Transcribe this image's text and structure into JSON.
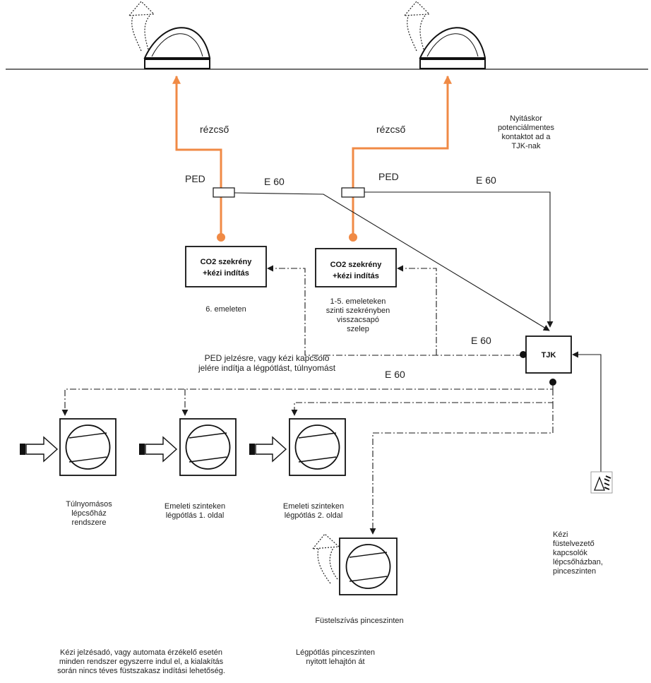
{
  "labels": {
    "copper_pipe_1": "rézcső",
    "copper_pipe_2": "rézcső",
    "ped_1": "PED",
    "ped_2": "PED",
    "e60_1": "E 60",
    "e60_2": "E 60",
    "e60_3": "E 60",
    "e60_4": "E 60",
    "contact_note": [
      "Nyitáskor",
      "potenciálmentes",
      "kontaktot ad a",
      "TJK-nak"
    ],
    "co2_box_1": [
      "CO2 szekrény",
      "+kézi indítás"
    ],
    "co2_box_2": [
      "CO2 szekrény",
      "+kézi indítás"
    ],
    "floor_6": "6. emeleten",
    "floors_1_5": [
      "1-5. emeleteken",
      "szinti szekrényben",
      "visszacsapó",
      "szelep"
    ],
    "tjk": "TJK",
    "ped_signal": [
      "PED jelzésre, vagy kézi kapcsoló",
      "jelére indítja a légpótlást, túlnyomást"
    ],
    "fan_1": [
      "Túlnyomásos",
      "lépcsőház",
      "rendszere"
    ],
    "fan_2": [
      "Emeleti szinteken",
      "légpótlás 1. oldal"
    ],
    "fan_3": [
      "Emeleti szinteken",
      "légpótlás 2. oldal"
    ],
    "fan_4": "Füstelszívás pinceszinten",
    "manual_switches": [
      "Kézi",
      "füstelvezető",
      "kapcsolók",
      "lépcsőházban,",
      "pinceszinten"
    ],
    "footer_left": [
      "Kézi jelzésadó, vagy automata érzékelő esetén",
      "minden rendszer egyszerre indul el, a kialakítás",
      "során nincs téves füstszakasz indítási lehetőség."
    ],
    "footer_right": [
      "Légpótlás pinceszinten",
      "nyitott lehajtón át"
    ]
  },
  "colors": {
    "pipe": "#f08a45",
    "line": "#1a1a1a"
  }
}
